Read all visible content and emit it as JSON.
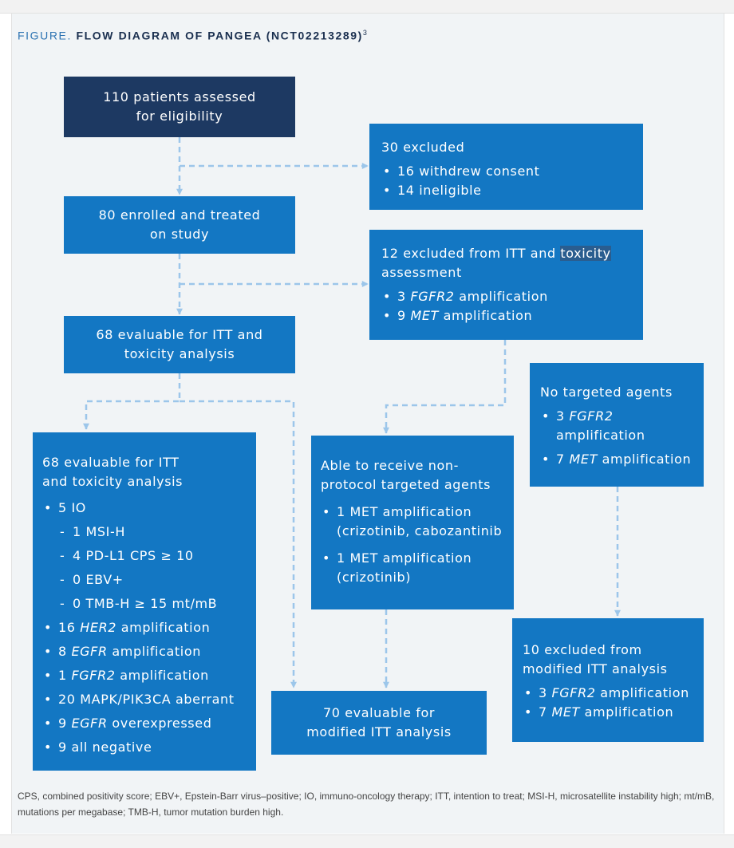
{
  "figure": {
    "label": "FIGURE.",
    "title": "FLOW DIAGRAM OF PANGEA (NCT02213289)",
    "superscript": "3"
  },
  "nodes": {
    "assessed": {
      "lines": [
        "110 patients assessed",
        "for eligibility"
      ]
    },
    "excluded30": {
      "title": "30 excluded",
      "items": [
        "16 withdrew consent",
        "14 ineligible"
      ]
    },
    "enrolled": {
      "lines": [
        "80 enrolled and treated",
        "on study"
      ]
    },
    "excluded12": {
      "title_a": "12 excluded from ITT and",
      "title_hl": "toxicity",
      "title_b": "assessment",
      "items": [
        {
          "pre": "3 ",
          "em": "FGFR2",
          "post": " amplification"
        },
        {
          "pre": "9 ",
          "em": "MET",
          "post": " amplification"
        }
      ]
    },
    "evaluable68": {
      "lines": [
        "68 evaluable for ITT and",
        "toxicity analysis"
      ]
    },
    "no_targeted": {
      "title": "No targeted agents",
      "items": [
        {
          "pre": "3 ",
          "em": "FGFR2",
          "post": "",
          "line2": "amplification"
        },
        {
          "pre": "7 ",
          "em": "MET",
          "post": " amplification"
        }
      ]
    },
    "detail68": {
      "title": [
        "68 evaluable for ITT",
        "and toxicity analysis"
      ],
      "io": "5 IO",
      "io_sub": [
        "1 MSI-H",
        "4 PD-L1 CPS ≥ 10",
        "0 EBV+",
        "0 TMB-H ≥ 15 mt/mB"
      ],
      "items": [
        {
          "pre": "16 ",
          "em": "HER2",
          "post": " amplification"
        },
        {
          "pre": "8 ",
          "em": "EGFR",
          "post": " amplification"
        },
        {
          "pre": "1 ",
          "em": "FGFR2",
          "post": " amplification"
        },
        {
          "pre": "20 MAPK/PIK3CA aberrant",
          "em": "",
          "post": ""
        },
        {
          "pre": "9 ",
          "em": "EGFR",
          "post": " overexpressed"
        },
        {
          "pre": "9 all negative",
          "em": "",
          "post": ""
        }
      ]
    },
    "nonprotocol": {
      "title": [
        "Able to receive non-",
        "protocol targeted agents"
      ],
      "items": [
        {
          "a": "1 MET amplification",
          "b": "(crizotinib, cabozantinib"
        },
        {
          "a": "1 MET amplification",
          "b": "(crizotinib)"
        }
      ]
    },
    "excluded10": {
      "title": [
        "10 excluded from",
        "modified ITT analysis"
      ],
      "items": [
        {
          "pre": "3 ",
          "em": "FGFR2",
          "post": " amplification"
        },
        {
          "pre": "7 ",
          "em": "MET",
          "post": " amplification"
        }
      ]
    },
    "evaluable70": {
      "lines": [
        "70 evaluable for",
        "modified ITT analysis"
      ]
    }
  },
  "footnote": "CPS, combined positivity score; EBV+, Epstein-Barr virus–positive; IO, immuno-oncology therapy; ITT, intention to treat; MSI-H, microsatellite instability high; mt/mB, mutations per megabase; TMB-H, tumor mutation burden high.",
  "colors": {
    "box_blue": "#1377c3",
    "box_navy": "#1d3962",
    "connector": "#9cc6ea",
    "panel_bg": "#f1f4f6"
  }
}
